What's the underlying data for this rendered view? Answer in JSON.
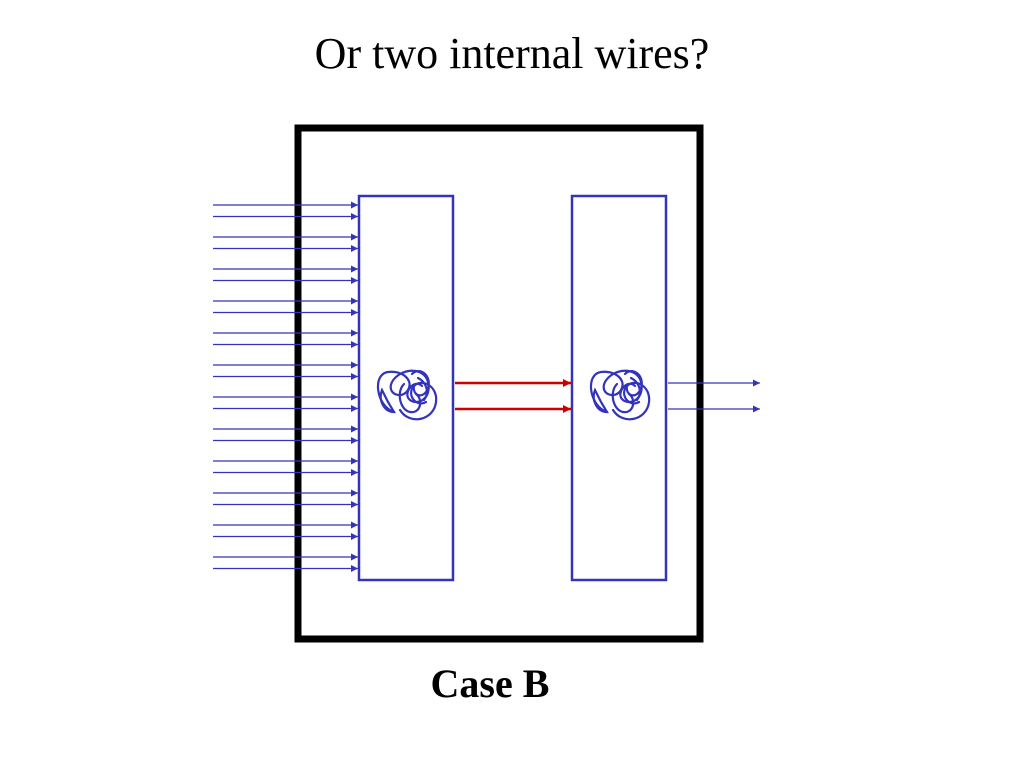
{
  "slide": {
    "title": "Or two internal wires?",
    "caption": "Case B"
  },
  "diagram": {
    "input_wire_count": 24,
    "internal_wire_count": 2,
    "output_wire_count": 2,
    "colors": {
      "enclosure": "#000000",
      "module": "#3333bb",
      "input_wire": "#3333bb",
      "internal_wire": "#cc0000",
      "output_wire": "#3333bb"
    },
    "icons": [
      "tangled-wires-icon",
      "tangled-wires-icon"
    ]
  }
}
